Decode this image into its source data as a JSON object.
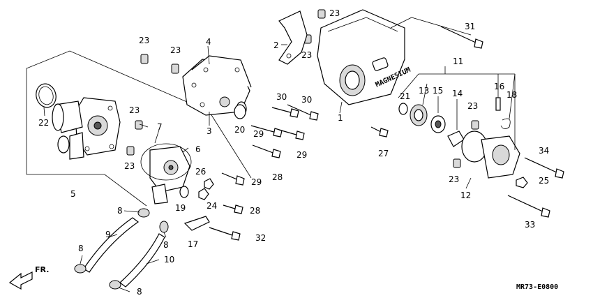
{
  "diagram": {
    "code": "MR73-E0800",
    "front_label": "FR.",
    "callouts": [
      {
        "id": "c1",
        "text": "1"
      },
      {
        "id": "c2",
        "text": "2"
      },
      {
        "id": "c3",
        "text": "3"
      },
      {
        "id": "c4",
        "text": "4"
      },
      {
        "id": "c5",
        "text": "5"
      },
      {
        "id": "c6",
        "text": "6"
      },
      {
        "id": "c7",
        "text": "7"
      },
      {
        "id": "c8a",
        "text": "8"
      },
      {
        "id": "c8b",
        "text": "8"
      },
      {
        "id": "c8c",
        "text": "8"
      },
      {
        "id": "c8d",
        "text": "8"
      },
      {
        "id": "c9",
        "text": "9"
      },
      {
        "id": "c10",
        "text": "10"
      },
      {
        "id": "c11",
        "text": "11"
      },
      {
        "id": "c12",
        "text": "12"
      },
      {
        "id": "c13",
        "text": "13"
      },
      {
        "id": "c14",
        "text": "14"
      },
      {
        "id": "c15",
        "text": "15"
      },
      {
        "id": "c16",
        "text": "16"
      },
      {
        "id": "c17",
        "text": "17"
      },
      {
        "id": "c18",
        "text": "18"
      },
      {
        "id": "c19",
        "text": "19"
      },
      {
        "id": "c20",
        "text": "20"
      },
      {
        "id": "c21",
        "text": "21"
      },
      {
        "id": "c22",
        "text": "22"
      },
      {
        "id": "c23a",
        "text": "23"
      },
      {
        "id": "c23b",
        "text": "23"
      },
      {
        "id": "c23c",
        "text": "23"
      },
      {
        "id": "c23d",
        "text": "23"
      },
      {
        "id": "c23e",
        "text": "23"
      },
      {
        "id": "c23f",
        "text": "23"
      },
      {
        "id": "c23g",
        "text": "23"
      },
      {
        "id": "c23h",
        "text": "23"
      },
      {
        "id": "c23i",
        "text": "23"
      },
      {
        "id": "c24",
        "text": "24"
      },
      {
        "id": "c25",
        "text": "25"
      },
      {
        "id": "c26",
        "text": "26"
      },
      {
        "id": "c27",
        "text": "27"
      },
      {
        "id": "c28a",
        "text": "28"
      },
      {
        "id": "c28b",
        "text": "28"
      },
      {
        "id": "c29a",
        "text": "29"
      },
      {
        "id": "c29b",
        "text": "29"
      },
      {
        "id": "c29c",
        "text": "29"
      },
      {
        "id": "c30a",
        "text": "30"
      },
      {
        "id": "c30b",
        "text": "30"
      },
      {
        "id": "c31",
        "text": "31"
      },
      {
        "id": "c32",
        "text": "32"
      },
      {
        "id": "c33",
        "text": "33"
      },
      {
        "id": "c34",
        "text": "34"
      }
    ],
    "cover_stamp": "MAGNESIUM"
  }
}
